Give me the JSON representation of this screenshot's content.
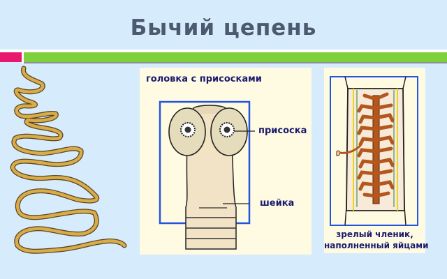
{
  "slide": {
    "title": "Бычий цепень",
    "colors": {
      "background": "#d6ebfc",
      "title": "#4b5a70",
      "accent_pink": "#e8186f",
      "accent_green": "#7ed13a",
      "panel": "#fffbe2",
      "label": "#1a1a6e"
    }
  },
  "figures": {
    "worm": {
      "description": "tapeworm-whole-body"
    },
    "head": {
      "caption": "головка с присосками",
      "labels": {
        "sucker": "присоска",
        "neck": "шейка"
      }
    },
    "segment": {
      "caption_line1": "зрелый членик,",
      "caption_line2": "наполненный яйцами"
    }
  }
}
